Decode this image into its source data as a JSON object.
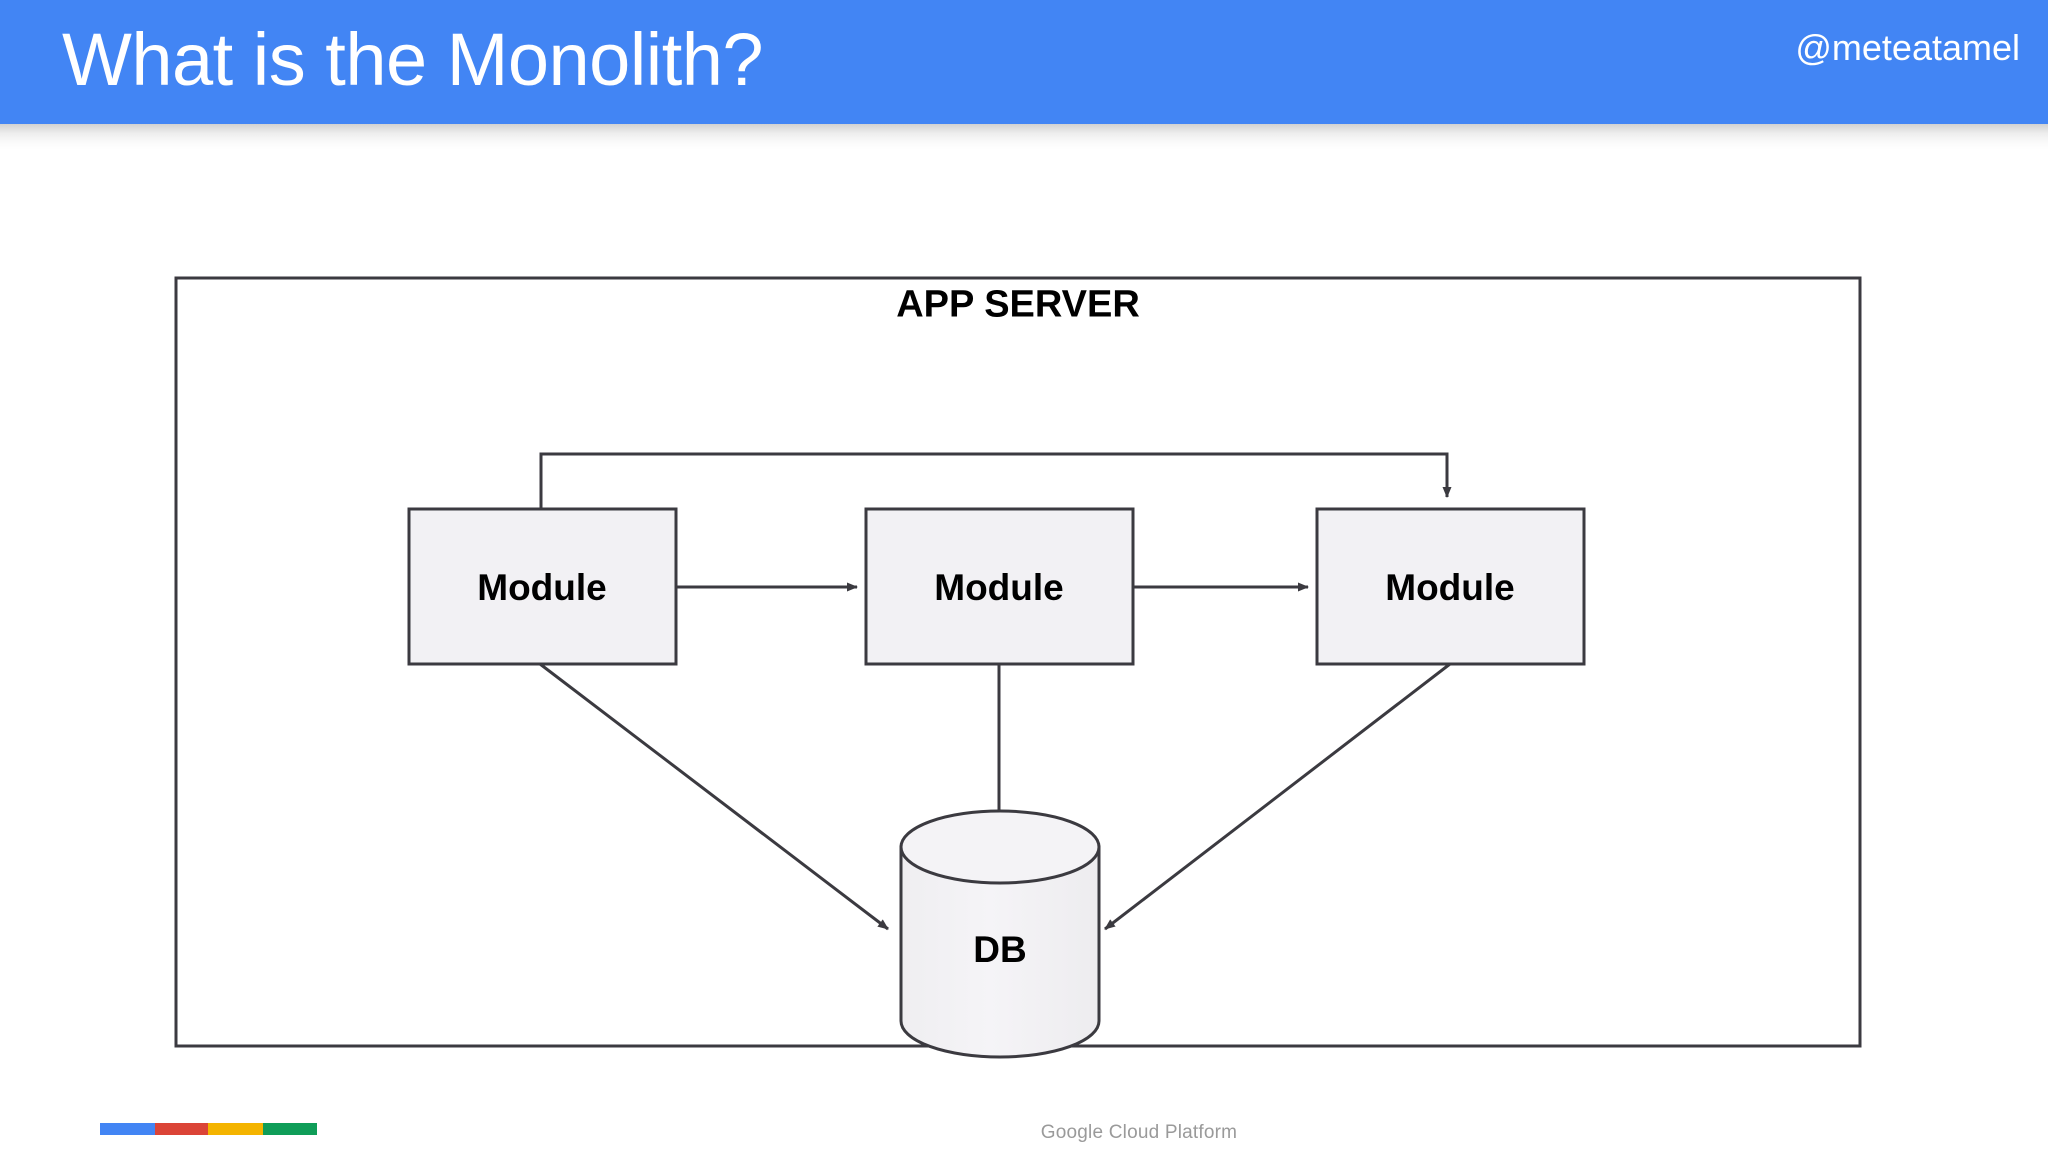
{
  "header": {
    "title": "What is the Monolith?",
    "handle": "@meteatamel",
    "background_color": "#4285F4",
    "text_color": "#FFFFFF"
  },
  "diagram": {
    "container_label": "APP SERVER",
    "nodes": [
      {
        "id": "module-1",
        "label": "Module",
        "type": "box"
      },
      {
        "id": "module-2",
        "label": "Module",
        "type": "box"
      },
      {
        "id": "module-3",
        "label": "Module",
        "type": "box"
      },
      {
        "id": "database",
        "label": "DB",
        "type": "cylinder"
      }
    ],
    "edges": [
      {
        "from": "module-1",
        "to": "module-2",
        "style": "straight-arrow"
      },
      {
        "from": "module-2",
        "to": "module-3",
        "style": "straight-arrow"
      },
      {
        "from": "module-1",
        "to": "module-3",
        "style": "orthogonal-feedback-arrow"
      },
      {
        "from": "module-1",
        "to": "database",
        "style": "diagonal-arrow"
      },
      {
        "from": "module-2",
        "to": "database",
        "style": "vertical-arrow"
      },
      {
        "from": "module-3",
        "to": "database",
        "style": "diagonal-arrow"
      }
    ],
    "colors": {
      "node_fill": "#F2F1F4",
      "node_stroke": "#3B3A40",
      "container_stroke": "#3B3A40",
      "edge_stroke": "#3B3A40"
    }
  },
  "footer": {
    "caption": "Google Cloud Platform",
    "brand_bar_colors": [
      "#4285F4",
      "#DB4437",
      "#F4B400",
      "#0F9D58"
    ]
  }
}
